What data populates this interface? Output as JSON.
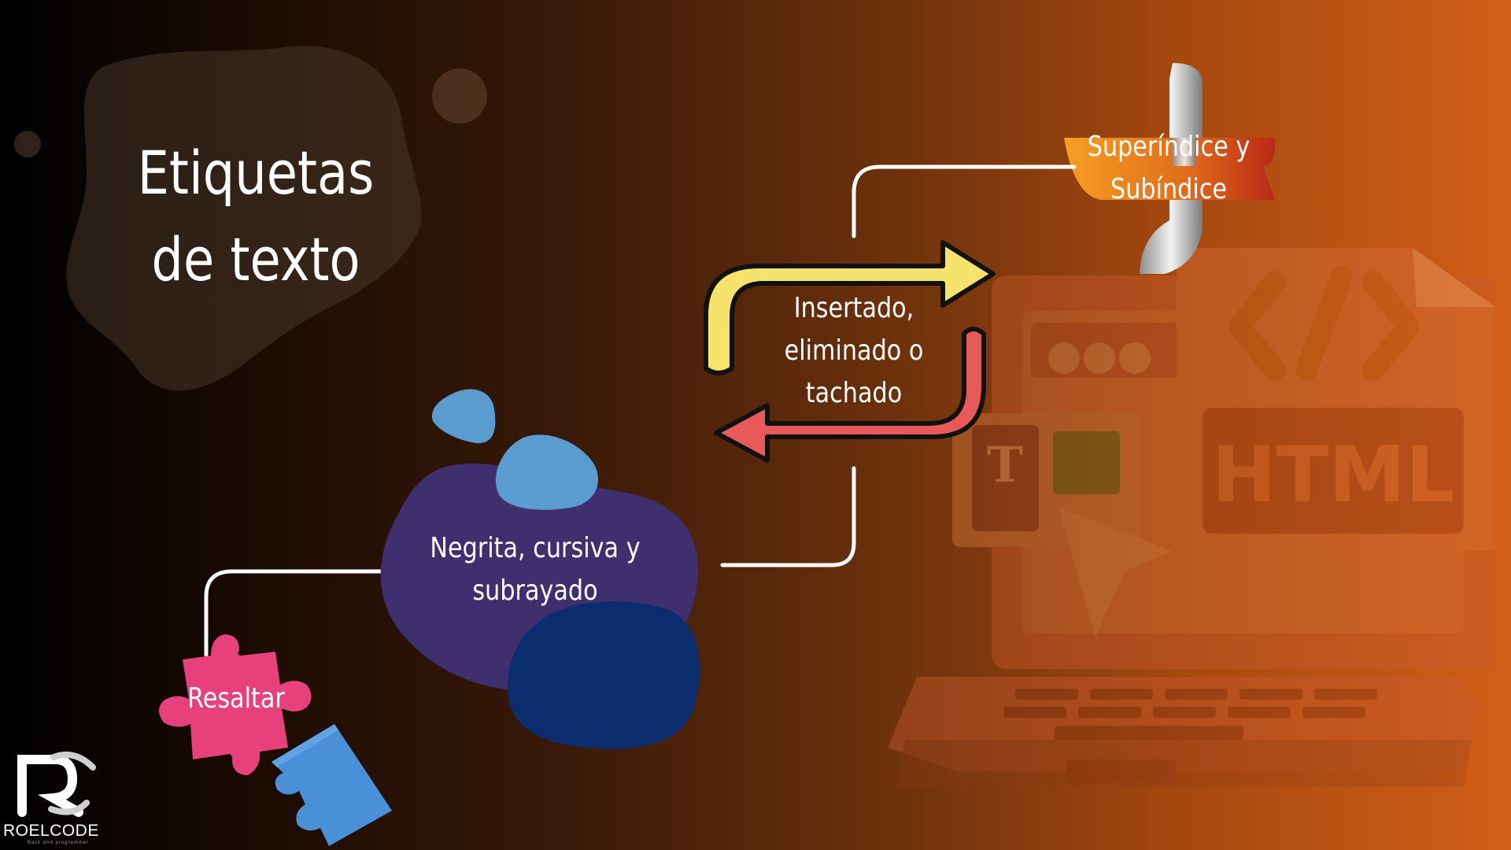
{
  "slide": {
    "title": "Etiquetas de texto",
    "labels": {
      "superscript": "Superíndice y Subíndice",
      "inserted": "Insertado, eliminado o tachado",
      "bold": "Negrita, cursiva y subrayado",
      "highlight": "Resaltar"
    },
    "illustration": {
      "badge_text": "HTML",
      "icon_letter": "T",
      "code_icon": "</>"
    },
    "logo": {
      "name": "ROELCODE",
      "tagline": "Back end programmer"
    }
  },
  "colors": {
    "background_start": "#000000",
    "background_end": "#d25e18",
    "arrow_yellow": "#f5e36e",
    "arrow_red": "#e85a5a",
    "blob_purple": "#3f2f6e",
    "blob_light_blue": "#5a9bd0",
    "blob_navy": "#0b2d6e",
    "puzzle_pink": "#e8407a",
    "puzzle_blue": "#4a90d9",
    "connector_line": "#ffffff"
  },
  "icons": [
    "laptop-illustration-icon",
    "html-file-icon",
    "plus-3d-icon",
    "puzzle-piece-icon",
    "roelcode-logo-icon"
  ]
}
